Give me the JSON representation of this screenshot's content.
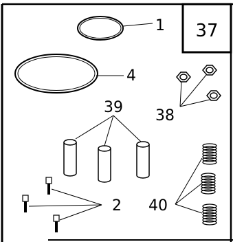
{
  "page_box_label": "37",
  "callouts": {
    "ring_small": "1",
    "ring_large": "4",
    "pins": "39",
    "washers": "38",
    "screws": "2",
    "springs": "40"
  }
}
